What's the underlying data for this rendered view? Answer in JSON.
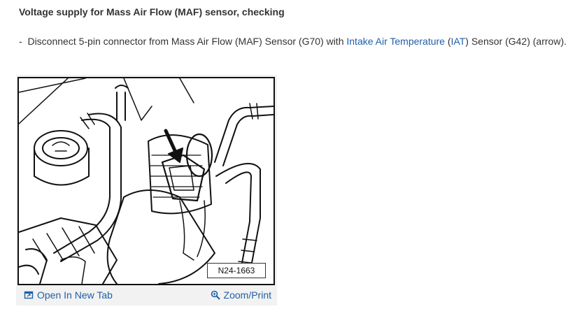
{
  "doc": {
    "heading": "Voltage supply for Mass Air Flow (MAF) sensor, checking",
    "step": {
      "bullet": "-",
      "part1": "Disconnect 5-pin connector from Mass Air Flow (MAF) Sensor (G70) with ",
      "link_iat_full": "Intake Air Temperature",
      "part2": " (",
      "link_iat_abbr": "IAT",
      "part3": ") Sensor (G42) (arrow)."
    }
  },
  "figure": {
    "label": "N24-1663",
    "open_tab_label": "Open In New Tab",
    "zoom_print_label": "Zoom/Print",
    "icons": {
      "open_tab": "open-in-new-tab-icon",
      "zoom": "magnifier-icon"
    }
  },
  "colors": {
    "link": "#1f5fa8",
    "text": "#333333",
    "figure_bg": "#f2f2f2"
  }
}
